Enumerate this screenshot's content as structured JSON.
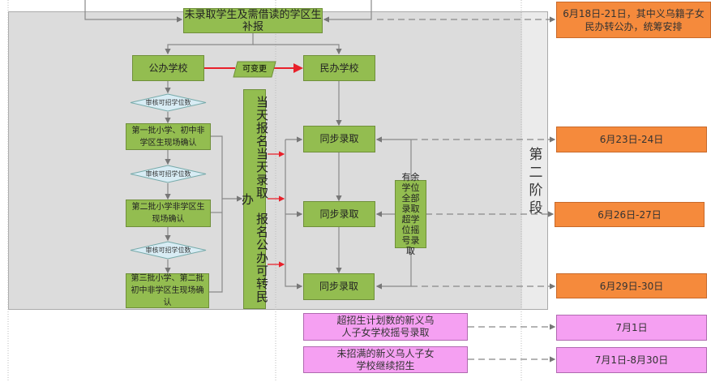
{
  "top_box": "未录取学生及需借读的学区生补报",
  "public_school": "公办学校",
  "changeable": "可变更",
  "private_school": "民办学校",
  "review": [
    "审核可招学位数",
    "审核可招学位数",
    "审核可招学位数"
  ],
  "batches": [
    "第一批小学、初中非学区生现场确认",
    "第二批小学非学区生现场确认",
    "第三批小学、第二批初中非学区生现场确认"
  ],
  "same_day": "当天报名当天录取　报名公办可转民办",
  "sync_admit": [
    "同步录取",
    "同步录取",
    "同步录取"
  ],
  "remaining": "有余学位全部录取超学位摇号录取",
  "stage": "第二阶段",
  "dates": [
    "6月18日-21日，其中义乌籍子女民办转公办，统筹安排",
    "6月23日-24日",
    "6月26日-27日",
    "6月29日-30日"
  ],
  "pink_boxes": [
    "超招生计划数的新义乌人子女学校摇号录取",
    "未招满的新义乌人子女学校继续招生"
  ],
  "pink_dates": [
    "7月1日",
    "7月1日-8月30日"
  ],
  "colors": {
    "green": "#93bd50",
    "orange": "#f58a3c",
    "pink": "#f5a0f2",
    "red": "#e8202a"
  }
}
